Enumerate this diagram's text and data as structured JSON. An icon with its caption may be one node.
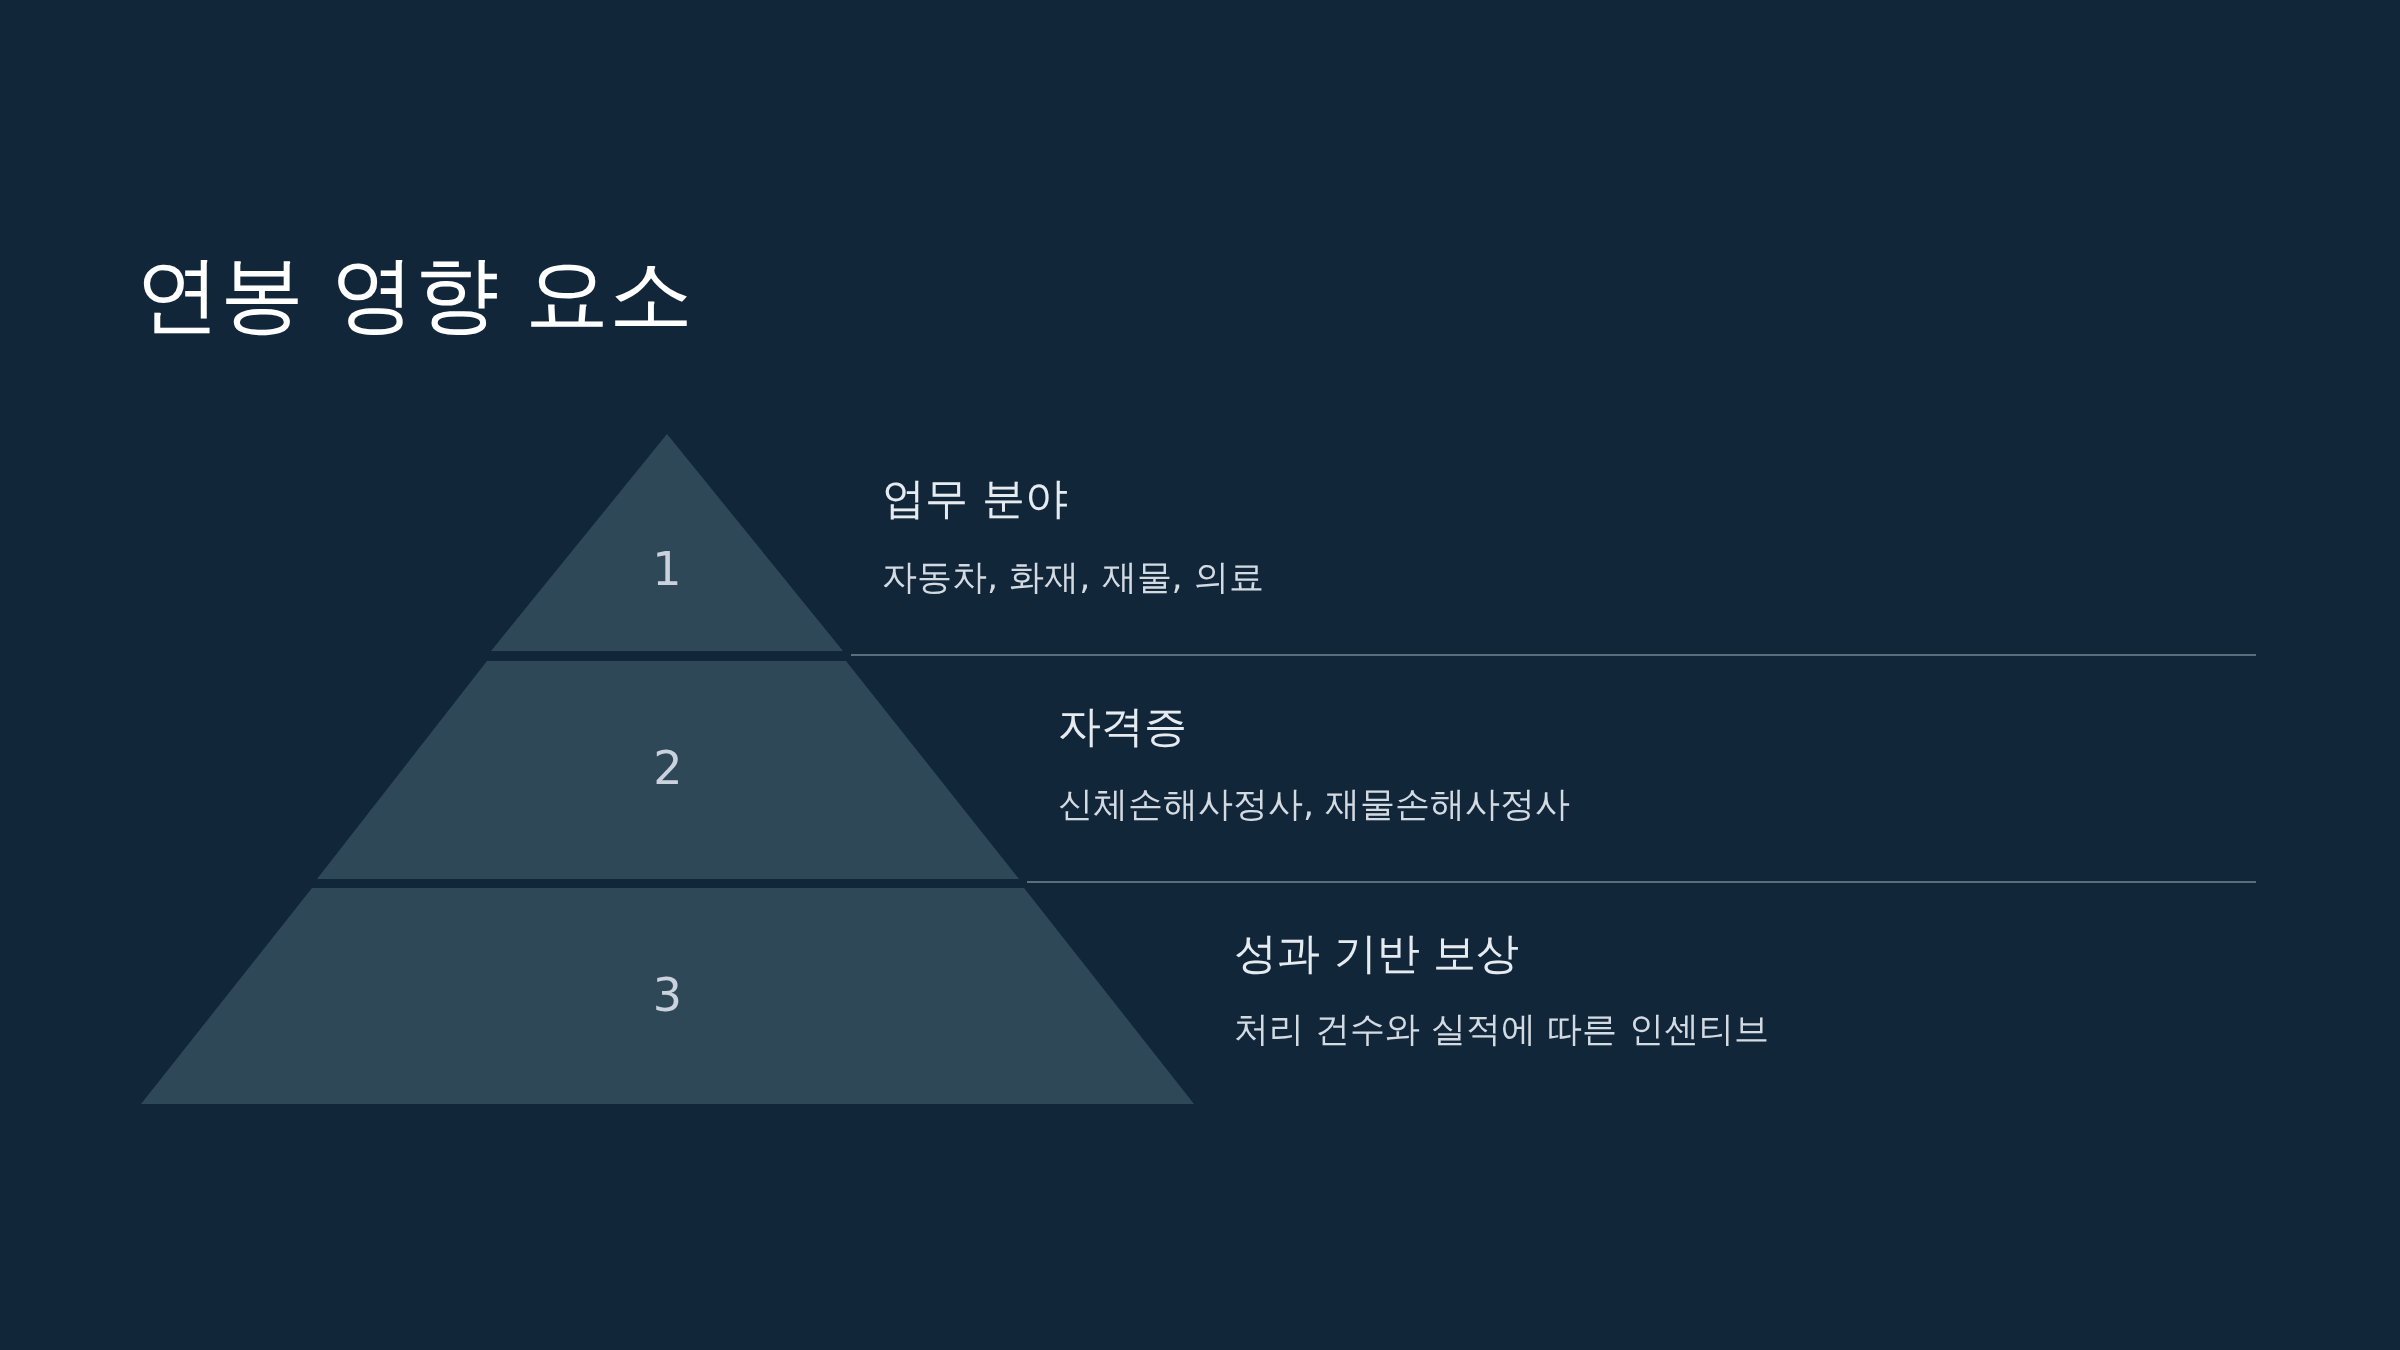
{
  "diagram": {
    "title": "연봉 영향 요소",
    "nodes": [
      {
        "text": [
          "1"
        ],
        "beside": [
          "업무 분야",
          "자동차, 화재, 재물, 의료"
        ]
      },
      {
        "text": [
          "2"
        ],
        "beside": [
          "자격증",
          "신체손해사정사, 재물손해사정사"
        ]
      },
      {
        "text": [
          "3"
        ],
        "beside": [
          "성과 기반 보상",
          "처리 건수와 실적에 따른 인센티브"
        ]
      }
    ],
    "edges": []
  }
}
